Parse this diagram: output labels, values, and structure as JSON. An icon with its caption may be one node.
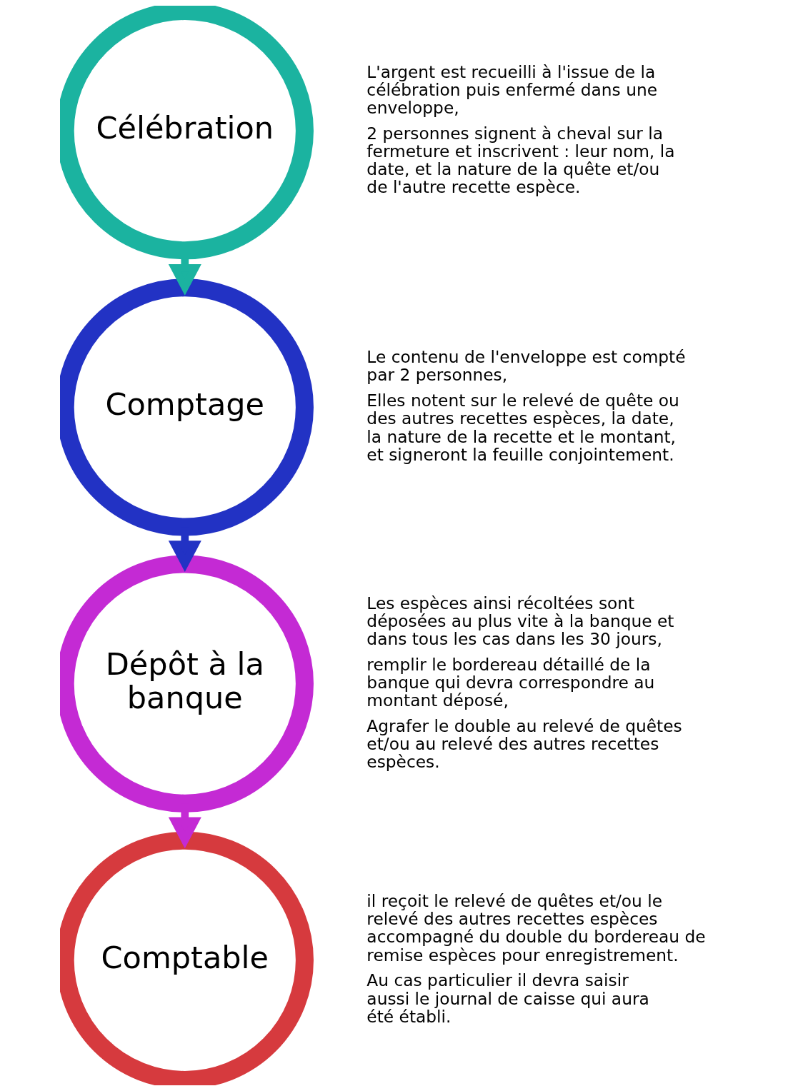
{
  "diagram": {
    "nodes": [
      {
        "text": [
          "Célébration"
        ],
        "beside": [
          "L'argent est recueilli à l'issue de la célébration puis enfermé dans une enveloppe,",
          "2 personnes signent à cheval sur la fermeture et inscrivent : leur nom, la date, et la nature de la quête et/ou de l'autre recette espèce."
        ]
      },
      {
        "text": [
          "Comptage"
        ],
        "beside": [
          "Le contenu de l'enveloppe est compté par 2 personnes,",
          "Elles notent sur le relevé de quête ou des autres recettes espèces, la date, la nature de la recette et le montant, et signeront la feuille conjointement."
        ]
      },
      {
        "text": [
          "Dépôt à la banque"
        ],
        "beside": [
          "Les espèces ainsi récoltées sont déposées au plus vite à la banque et dans tous les cas dans les 30 jours,",
          "remplir le bordereau détaillé de la banque qui devra correspondre au montant déposé,",
          "Agrafer le double au relevé de quêtes et/ou au relevé des autres recettes espèces."
        ]
      },
      {
        "text": [
          "Comptable"
        ],
        "beside": [
          "il reçoit le relevé de quêtes et/ou le relevé des autres recettes espèces accompagné du double du bordereau de remise espèces pour enregistrement.",
          "Au cas particulier il devra saisir aussi le journal de caisse qui aura été établi."
        ]
      }
    ],
    "edges": [
      {
        "from": 0,
        "to": 1,
        "arrow": "to",
        "color": "#1bb3a0"
      },
      {
        "from": 1,
        "to": 2,
        "arrow": "to",
        "color": "#2232c4"
      },
      {
        "from": 2,
        "to": 3,
        "arrow": "to",
        "color": "#c42ad4"
      }
    ]
  }
}
